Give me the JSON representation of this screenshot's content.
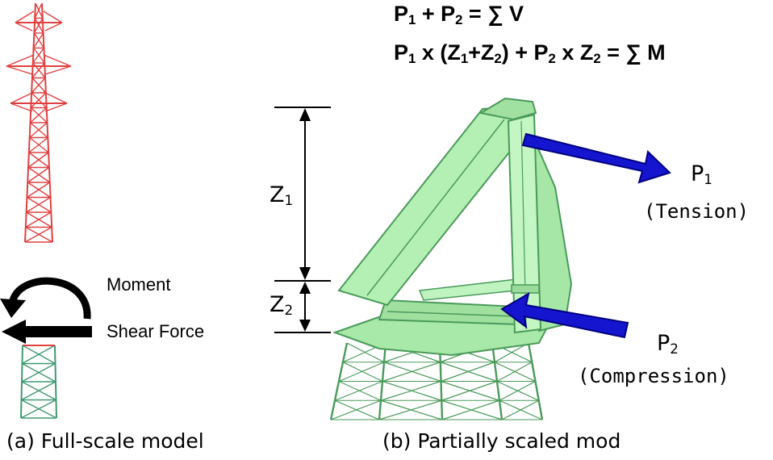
{
  "equations": {
    "eq1": {
      "a": "P",
      "a_sub": "1",
      "b": " + P",
      "b_sub": "2",
      "c": " = ∑ V"
    },
    "eq2": {
      "a": "P",
      "a_sub": "1",
      "b": " x (Z",
      "b_sub": "1",
      "c": "+Z",
      "c_sub": "2",
      "d": ")  + P",
      "d_sub": "2",
      "e": " x Z",
      "e_sub": "2",
      "f": " = ∑ M"
    }
  },
  "left": {
    "moment_label": "Moment",
    "shear_label": "Shear Force",
    "caption": "(a) Full-scale model"
  },
  "right": {
    "z1": {
      "base": "Z",
      "sub": "1"
    },
    "z2": {
      "base": "Z",
      "sub": "2"
    },
    "p1": {
      "base": "P",
      "sub": "1",
      "desc": "(Tension)"
    },
    "p2": {
      "base": "P",
      "sub": "2",
      "desc": "(Compression)"
    },
    "caption": "(b) Partially scaled mod"
  },
  "colors": {
    "tower_red": "#e04040",
    "tower_green": "#3f9a72",
    "model_fill": "#b4f0b4",
    "model_edge": "#4a9a5a",
    "arrow_blue": "#1515d0",
    "arrow_edge": "#000080"
  }
}
